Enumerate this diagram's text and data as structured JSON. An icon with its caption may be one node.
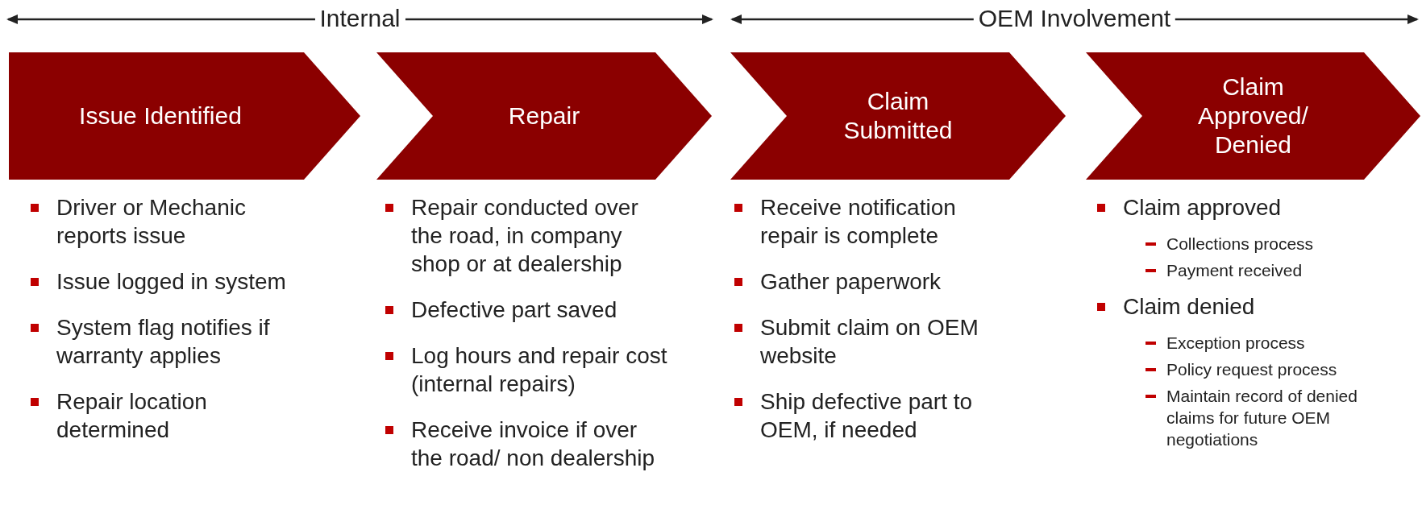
{
  "diagram": {
    "nodes": [
      {
        "text": [
          "Issue Identified"
        ],
        "beside": [
          "Driver or Mechanic reports issue",
          "Issue logged in system",
          "System flag notifies if warranty applies",
          "Repair location determined"
        ]
      },
      {
        "text": [
          "Repair"
        ],
        "beside": [
          "Repair conducted over the road, in company shop or at dealership",
          "Defective part saved",
          "Log hours and repair cost (internal repairs)",
          "Receive invoice if over the road/ non dealership"
        ]
      },
      {
        "text": [
          "Claim Submitted"
        ],
        "beside": [
          "Receive notification repair is complete",
          "Gather paperwork",
          "Submit claim on OEM website",
          "Ship defective part to OEM, if needed"
        ]
      },
      {
        "text": [
          "Claim Approved/ Denied"
        ],
        "beside": [
          "Claim approved",
          "Collections process",
          "Payment received",
          "Claim denied",
          "Exception process",
          "Policy request process",
          "Maintain record of denied claims for future OEM negotiations"
        ]
      }
    ],
    "edges": [],
    "labels": [
      "Internal",
      "OEM Involvement"
    ]
  }
}
